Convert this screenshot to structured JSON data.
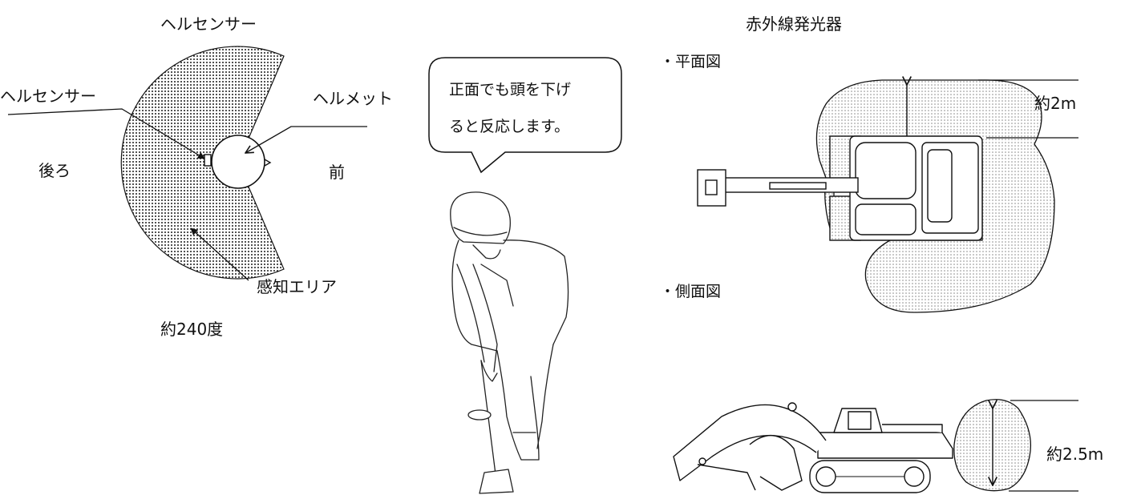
{
  "left": {
    "title": "ヘルセンサー",
    "sensor_label": "ヘルセンサー",
    "helmet_label": "ヘルメット",
    "back_label": "後ろ",
    "front_label": "前",
    "area_label": "感知エリア",
    "angle_label": "約240度"
  },
  "middle": {
    "speech_line1": "正面でも頭を下げ",
    "speech_line2": "ると反応します。"
  },
  "right": {
    "title": "赤外線発光器",
    "plan_label": "・平面図",
    "plan_distance": "約2m",
    "side_label": "・側面図",
    "side_distance": "約2.5m"
  },
  "colors": {
    "ink": "#111111",
    "area_fill": "#5a5a5a",
    "zone_fill": "#d4d4d4"
  }
}
